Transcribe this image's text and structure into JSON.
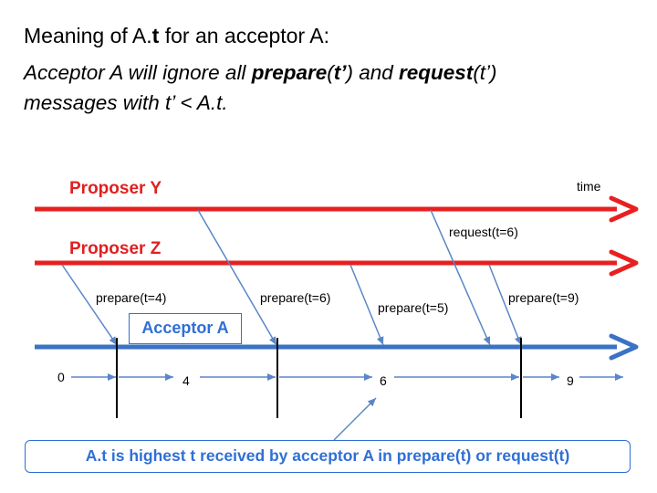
{
  "title": {
    "prefix": "Meaning of A.",
    "bold": "t",
    "suffix": " for an acceptor A:"
  },
  "statement": {
    "p1": "Acceptor A will ignore all ",
    "p2": "prepare",
    "p3": "(",
    "p4": "t’",
    "p5": ")",
    "p6": " and ",
    "p7": "request",
    "p8": "(t’)",
    "line2": "messages with t’ < A.t."
  },
  "diagram": {
    "proposer_y": "Proposer Y",
    "proposer_z": "Proposer Z",
    "time_label": "time",
    "acceptor_label": "Acceptor A",
    "messages": [
      "prepare(t=4)",
      "prepare(t=6)",
      "prepare(t=5)",
      "prepare(t=9)",
      "request(t=6)"
    ],
    "t_values": [
      "0",
      "4",
      "6",
      "9"
    ],
    "note": "A.t is highest t received by acceptor A in prepare(t) or request(t)"
  },
  "colors": {
    "proposer_line": "#e82020",
    "acceptor_line": "#3a72c4",
    "message_arrow": "#5a86c8",
    "box_text": "#2f6fd6"
  }
}
